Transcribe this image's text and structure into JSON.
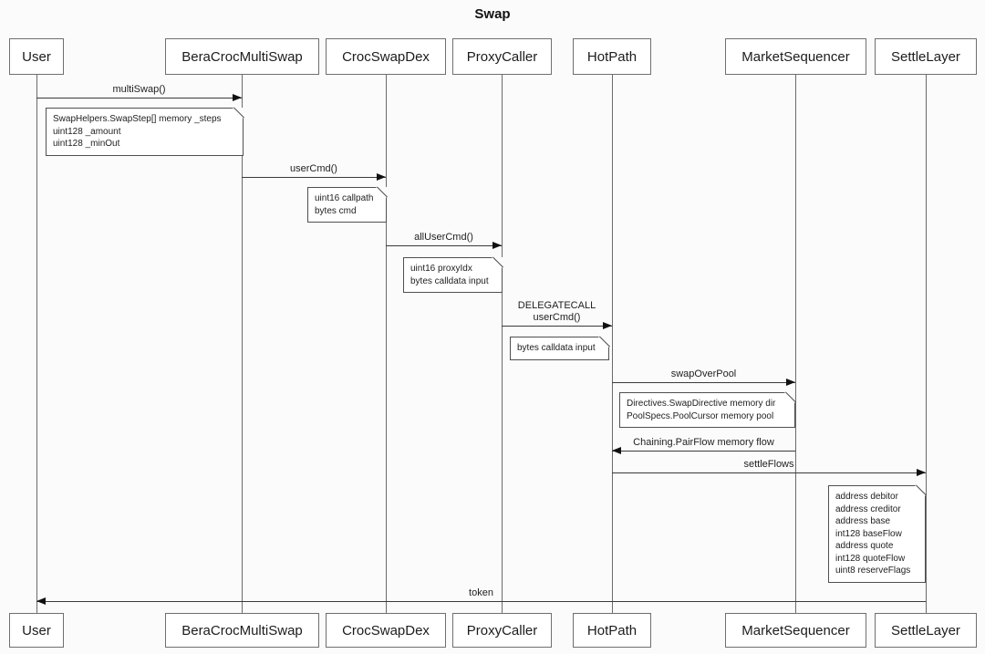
{
  "title": "Swap",
  "participants": [
    {
      "name": "User"
    },
    {
      "name": "BeraCrocMultiSwap"
    },
    {
      "name": "CrocSwapDex"
    },
    {
      "name": "ProxyCaller"
    },
    {
      "name": "HotPath"
    },
    {
      "name": "MarketSequencer"
    },
    {
      "name": "SettleLayer"
    }
  ],
  "messages": [
    {
      "label": "multiSwap()",
      "from": "User",
      "to": "BeraCrocMultiSwap",
      "direction": "right"
    },
    {
      "label": "userCmd()",
      "from": "BeraCrocMultiSwap",
      "to": "CrocSwapDex",
      "direction": "right"
    },
    {
      "label": "allUserCmd()",
      "from": "CrocSwapDex",
      "to": "ProxyCaller",
      "direction": "right"
    },
    {
      "label": "DELEGATECALL\nuserCmd()",
      "from": "ProxyCaller",
      "to": "HotPath",
      "direction": "right"
    },
    {
      "label": "swapOverPool",
      "from": "HotPath",
      "to": "MarketSequencer",
      "direction": "right"
    },
    {
      "label": "Chaining.PairFlow memory flow",
      "from": "MarketSequencer",
      "to": "HotPath",
      "direction": "left"
    },
    {
      "label": "settleFlows",
      "from": "HotPath",
      "to": "SettleLayer",
      "direction": "right"
    },
    {
      "label": "token",
      "from": "SettleLayer",
      "to": "User",
      "direction": "left"
    }
  ],
  "notes": [
    {
      "text": "SwapHelpers.SwapStep[] memory _steps\nuint128 _amount\nuint128 _minOut"
    },
    {
      "text": "uint16 callpath\nbytes cmd"
    },
    {
      "text": "uint16 proxyIdx\nbytes calldata input"
    },
    {
      "text": "bytes calldata input"
    },
    {
      "text": "Directives.SwapDirective memory dir\nPoolSpecs.PoolCursor memory pool"
    },
    {
      "text": "address debitor\naddress creditor\naddress base\nint128 baseFlow\naddress quote\nint128 quoteFlow\nuint8 reserveFlags"
    }
  ],
  "colors": {
    "background": "#fbfbfb",
    "box_fill": "#ffffff",
    "box_border": "#6f6f6f",
    "line": "#3a3a3a",
    "arrowhead": "#111111",
    "text": "#1c1c1c"
  }
}
